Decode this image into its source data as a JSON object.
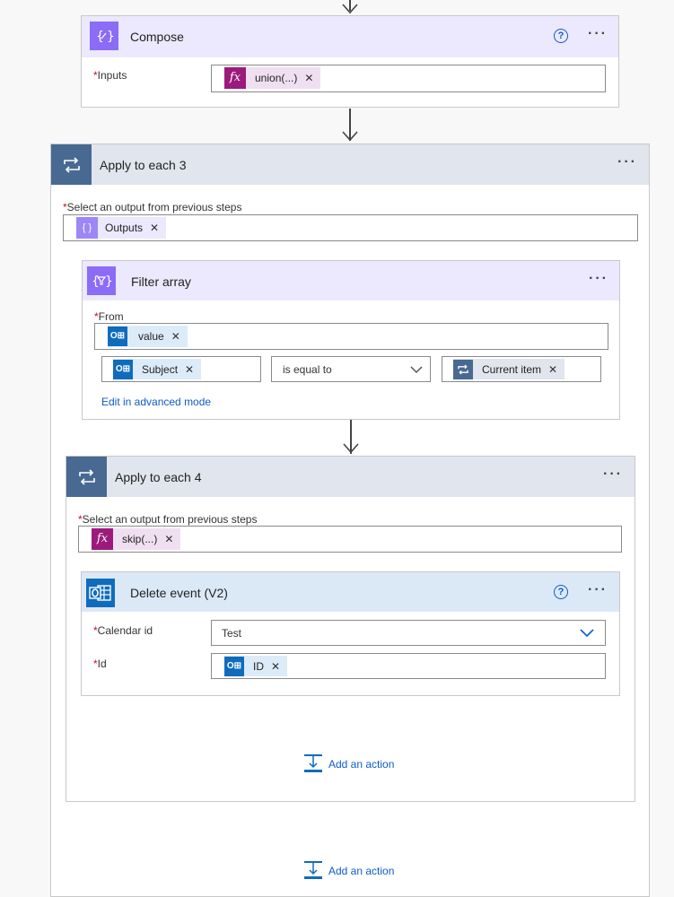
{
  "compose": {
    "title": "Compose",
    "inputs_label": "Inputs",
    "inputs_token": "union(...)"
  },
  "apply3": {
    "title": "Apply to each 3",
    "select_label": "Select an output from previous steps",
    "select_token": "Outputs"
  },
  "filter": {
    "title": "Filter array",
    "from_label": "From",
    "from_token": "value",
    "left_token": "Subject",
    "operator": "is equal to",
    "right_token": "Current item",
    "advanced_link": "Edit in advanced mode"
  },
  "apply4": {
    "title": "Apply to each 4",
    "select_label": "Select an output from previous steps",
    "select_token": "skip(...)"
  },
  "delete_event": {
    "title": "Delete event (V2)",
    "calendar_label": "Calendar id",
    "calendar_value": "Test",
    "id_label": "Id",
    "id_token": "ID"
  },
  "add_action_inner": "Add an action",
  "add_action_outer": "Add an action",
  "colors": {
    "expression": "#9c1a7c",
    "compose": "#8a6cf6",
    "loop": "#486991",
    "outlook": "#0f6cbd",
    "link": "#0e5bc9"
  }
}
